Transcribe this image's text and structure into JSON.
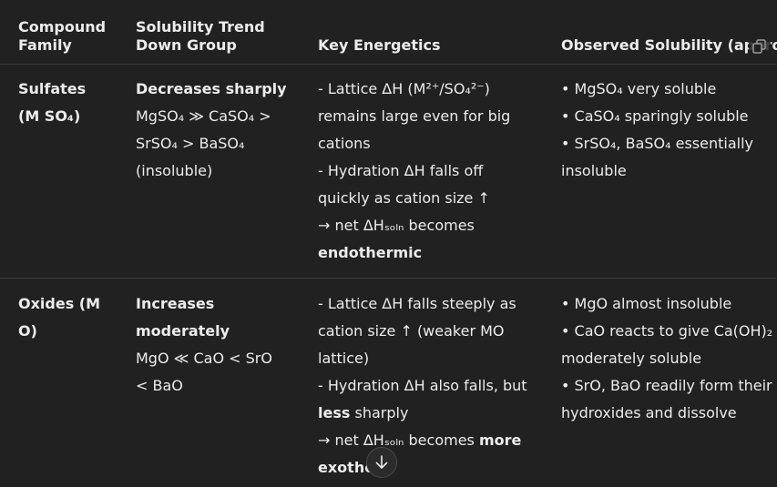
{
  "table": {
    "headers": [
      {
        "line1": "Compound",
        "line2": "Family"
      },
      {
        "line1": "Solubility Trend",
        "line2": "Down Group"
      },
      {
        "line1": "",
        "line2": "Key Energetics"
      },
      {
        "line1": "",
        "line2": "Observed Solubility (appro"
      }
    ],
    "rows": [
      {
        "family": [
          "Sulfates",
          "(M SO₄)"
        ],
        "trend_title": "Decreases sharply",
        "trend_lines": [
          "MgSO₄ ≫ CaSO₄ >",
          "SrSO₄ > BaSO₄",
          "(insoluble)"
        ],
        "energetics_lines": [
          "- Lattice ΔH (M²⁺/SO₄²⁻)",
          "remains large even for big",
          "cations",
          "- Hydration ΔH falls off",
          "quickly as cation size ↑",
          "→ net ΔHₛₒₗₙ becomes"
        ],
        "energetics_bold": "endothermic",
        "observed_lines": [
          "• MgSO₄ very soluble",
          "• CaSO₄ sparingly soluble",
          "• SrSO₄, BaSO₄ essentially",
          "insoluble"
        ]
      },
      {
        "family": [
          "Oxides (M",
          "O)"
        ],
        "trend_title": [
          "Increases",
          "moderately"
        ],
        "trend_lines": [
          "MgO ≪ CaO < SrO",
          "< BaO"
        ],
        "energetics_lines": [
          "- Lattice ΔH falls steeply as",
          "cation size ↑ (weaker MO",
          "lattice)",
          "- Hydration ΔH also falls, but"
        ],
        "energetics_mixed1_bold": "less",
        "energetics_mixed1_rest": " sharply",
        "energetics_mixed2_pre": "→ net ΔHₛₒₗₙ becomes ",
        "energetics_mixed2_bold": "more",
        "energetics_last": "exothe",
        "observed_lines": [
          "• MgO almost insoluble",
          "• CaO reacts to give Ca(OH)₂",
          "moderately soluble",
          "• SrO, BaO readily form their",
          "hydroxides and dissolve"
        ]
      }
    ]
  },
  "icons": {
    "copy": "copy-icon",
    "scroll_down": "arrow-down-icon"
  }
}
